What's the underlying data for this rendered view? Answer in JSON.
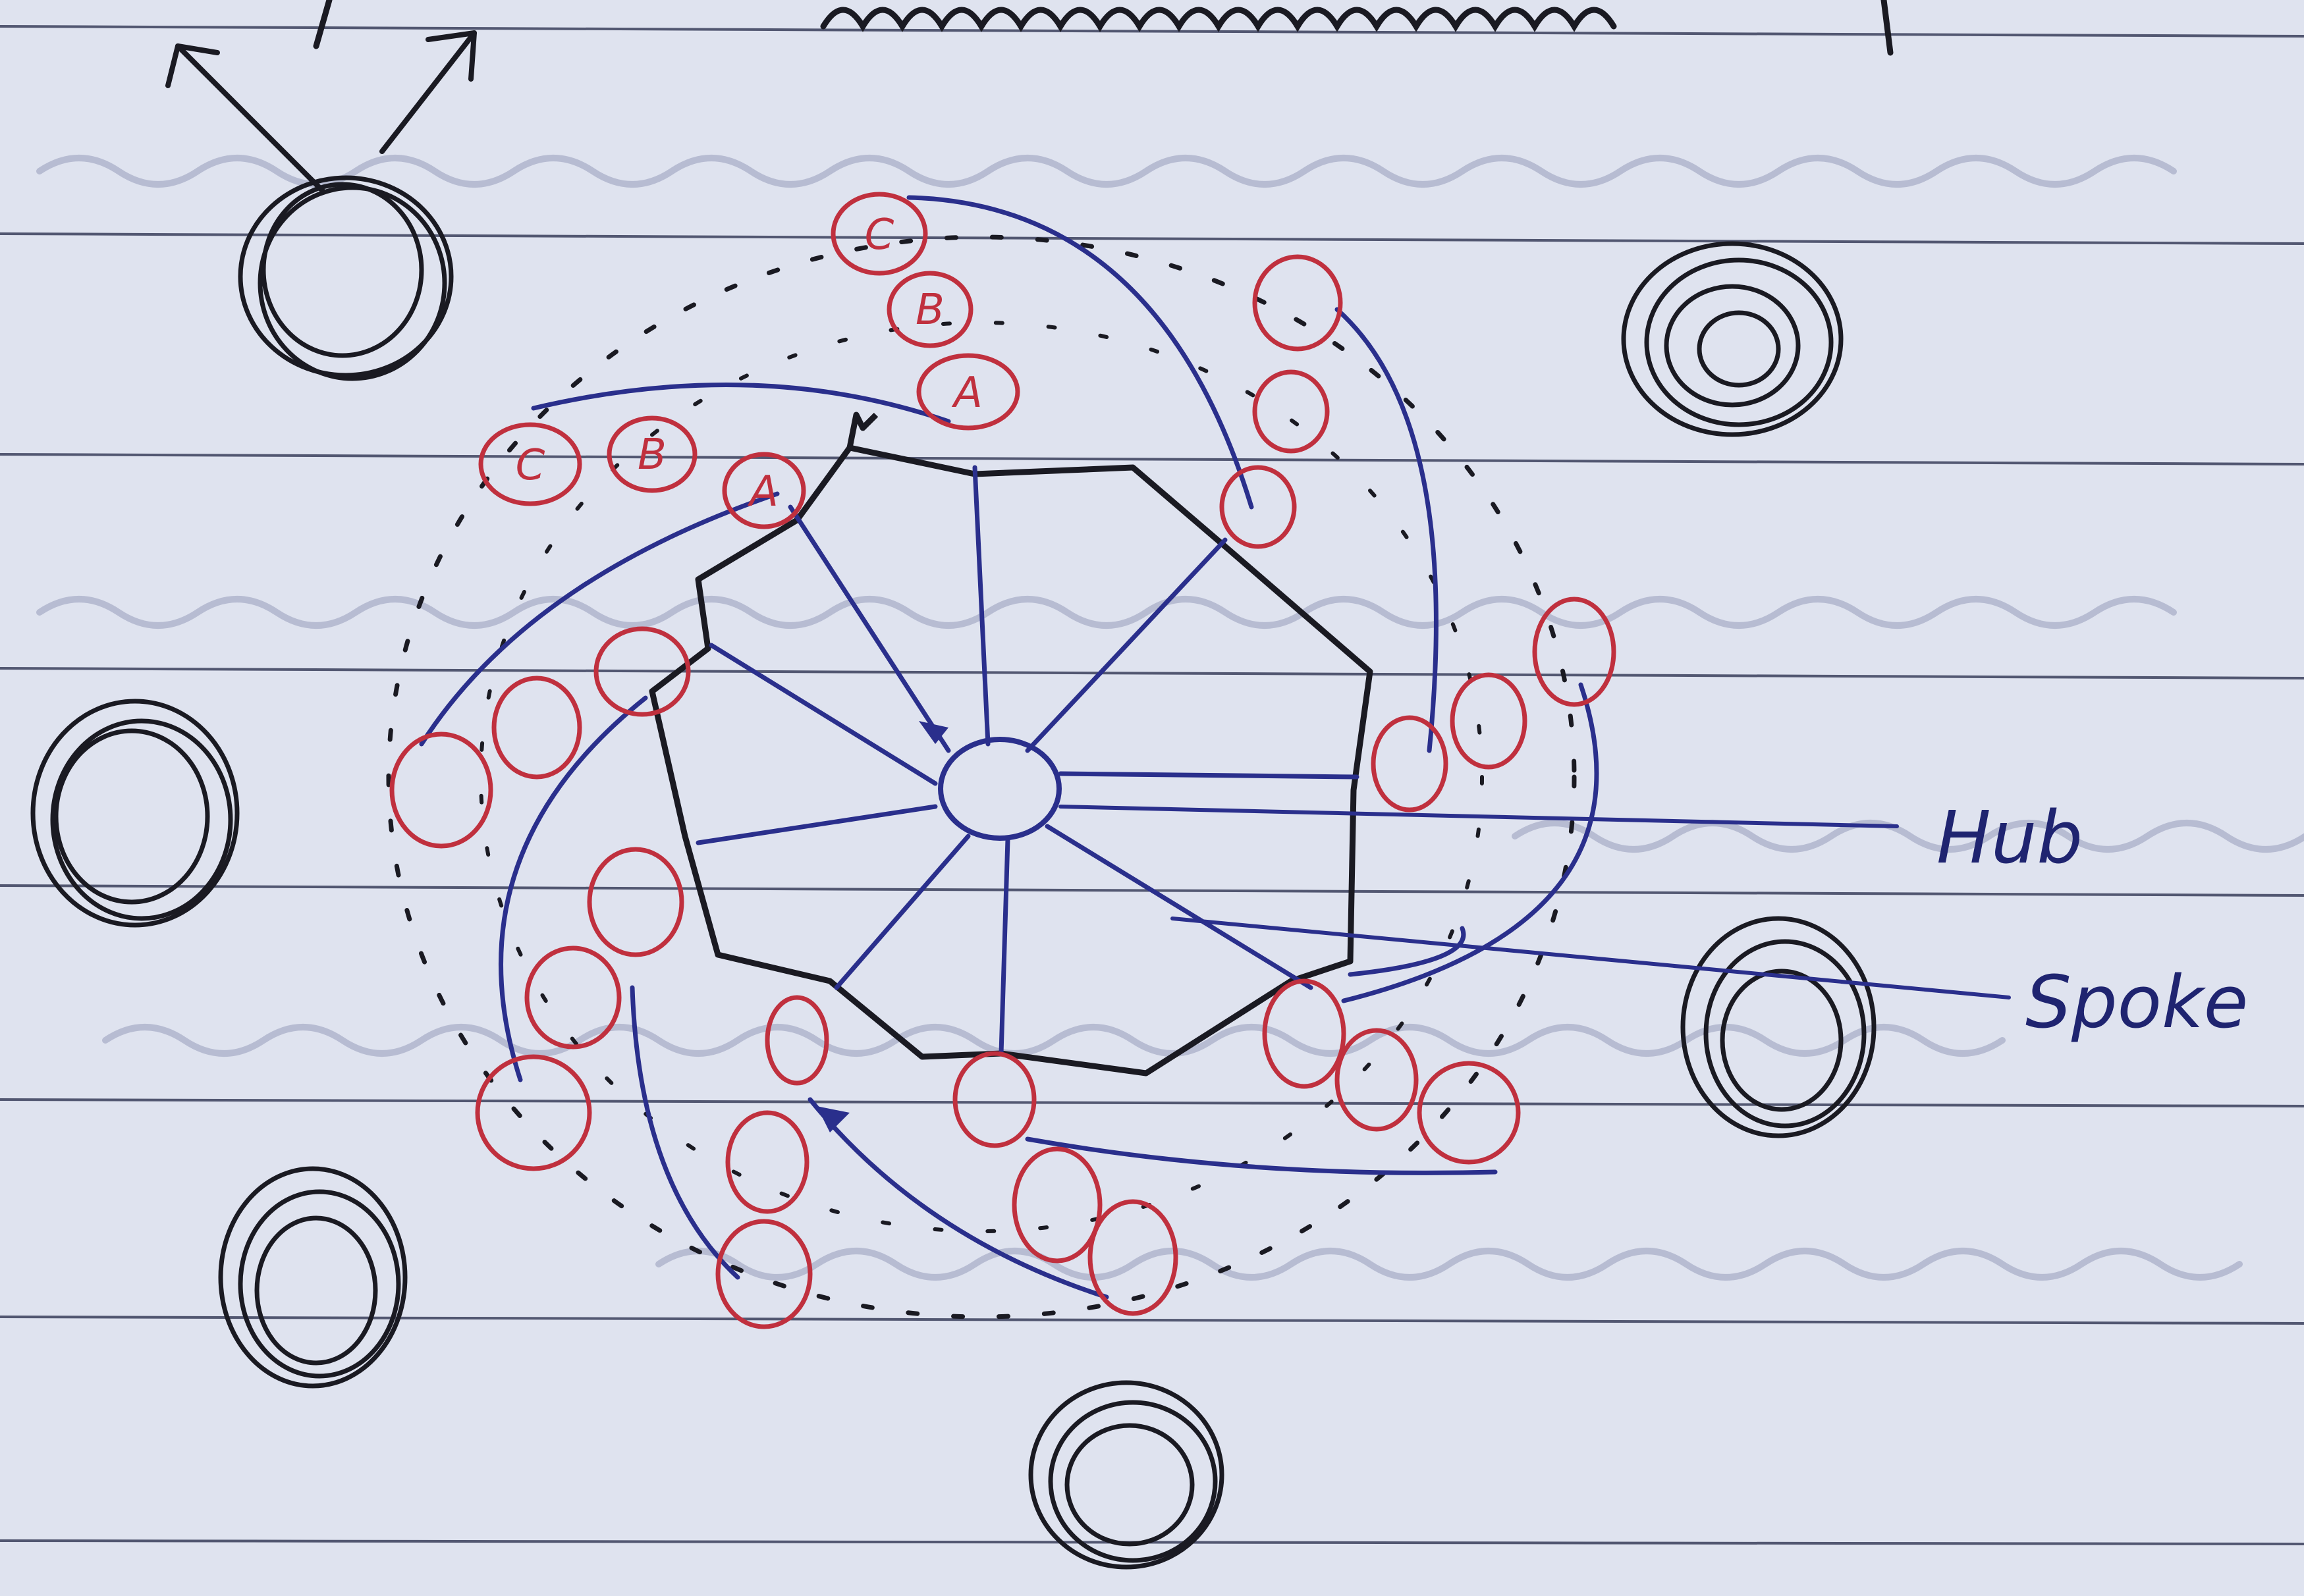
{
  "labels": {
    "hub": "Hub",
    "spoke": "Spoke",
    "triplet_letters": [
      "A",
      "B",
      "C"
    ]
  },
  "colors": {
    "paper": "#dfe3ef",
    "ruled_line": "#3a3f5c",
    "bleed_text": "#a9afc8",
    "ink_black": "#1a1a22",
    "ink_blue": "#2a2f8c",
    "ink_red": "#c0303e"
  }
}
